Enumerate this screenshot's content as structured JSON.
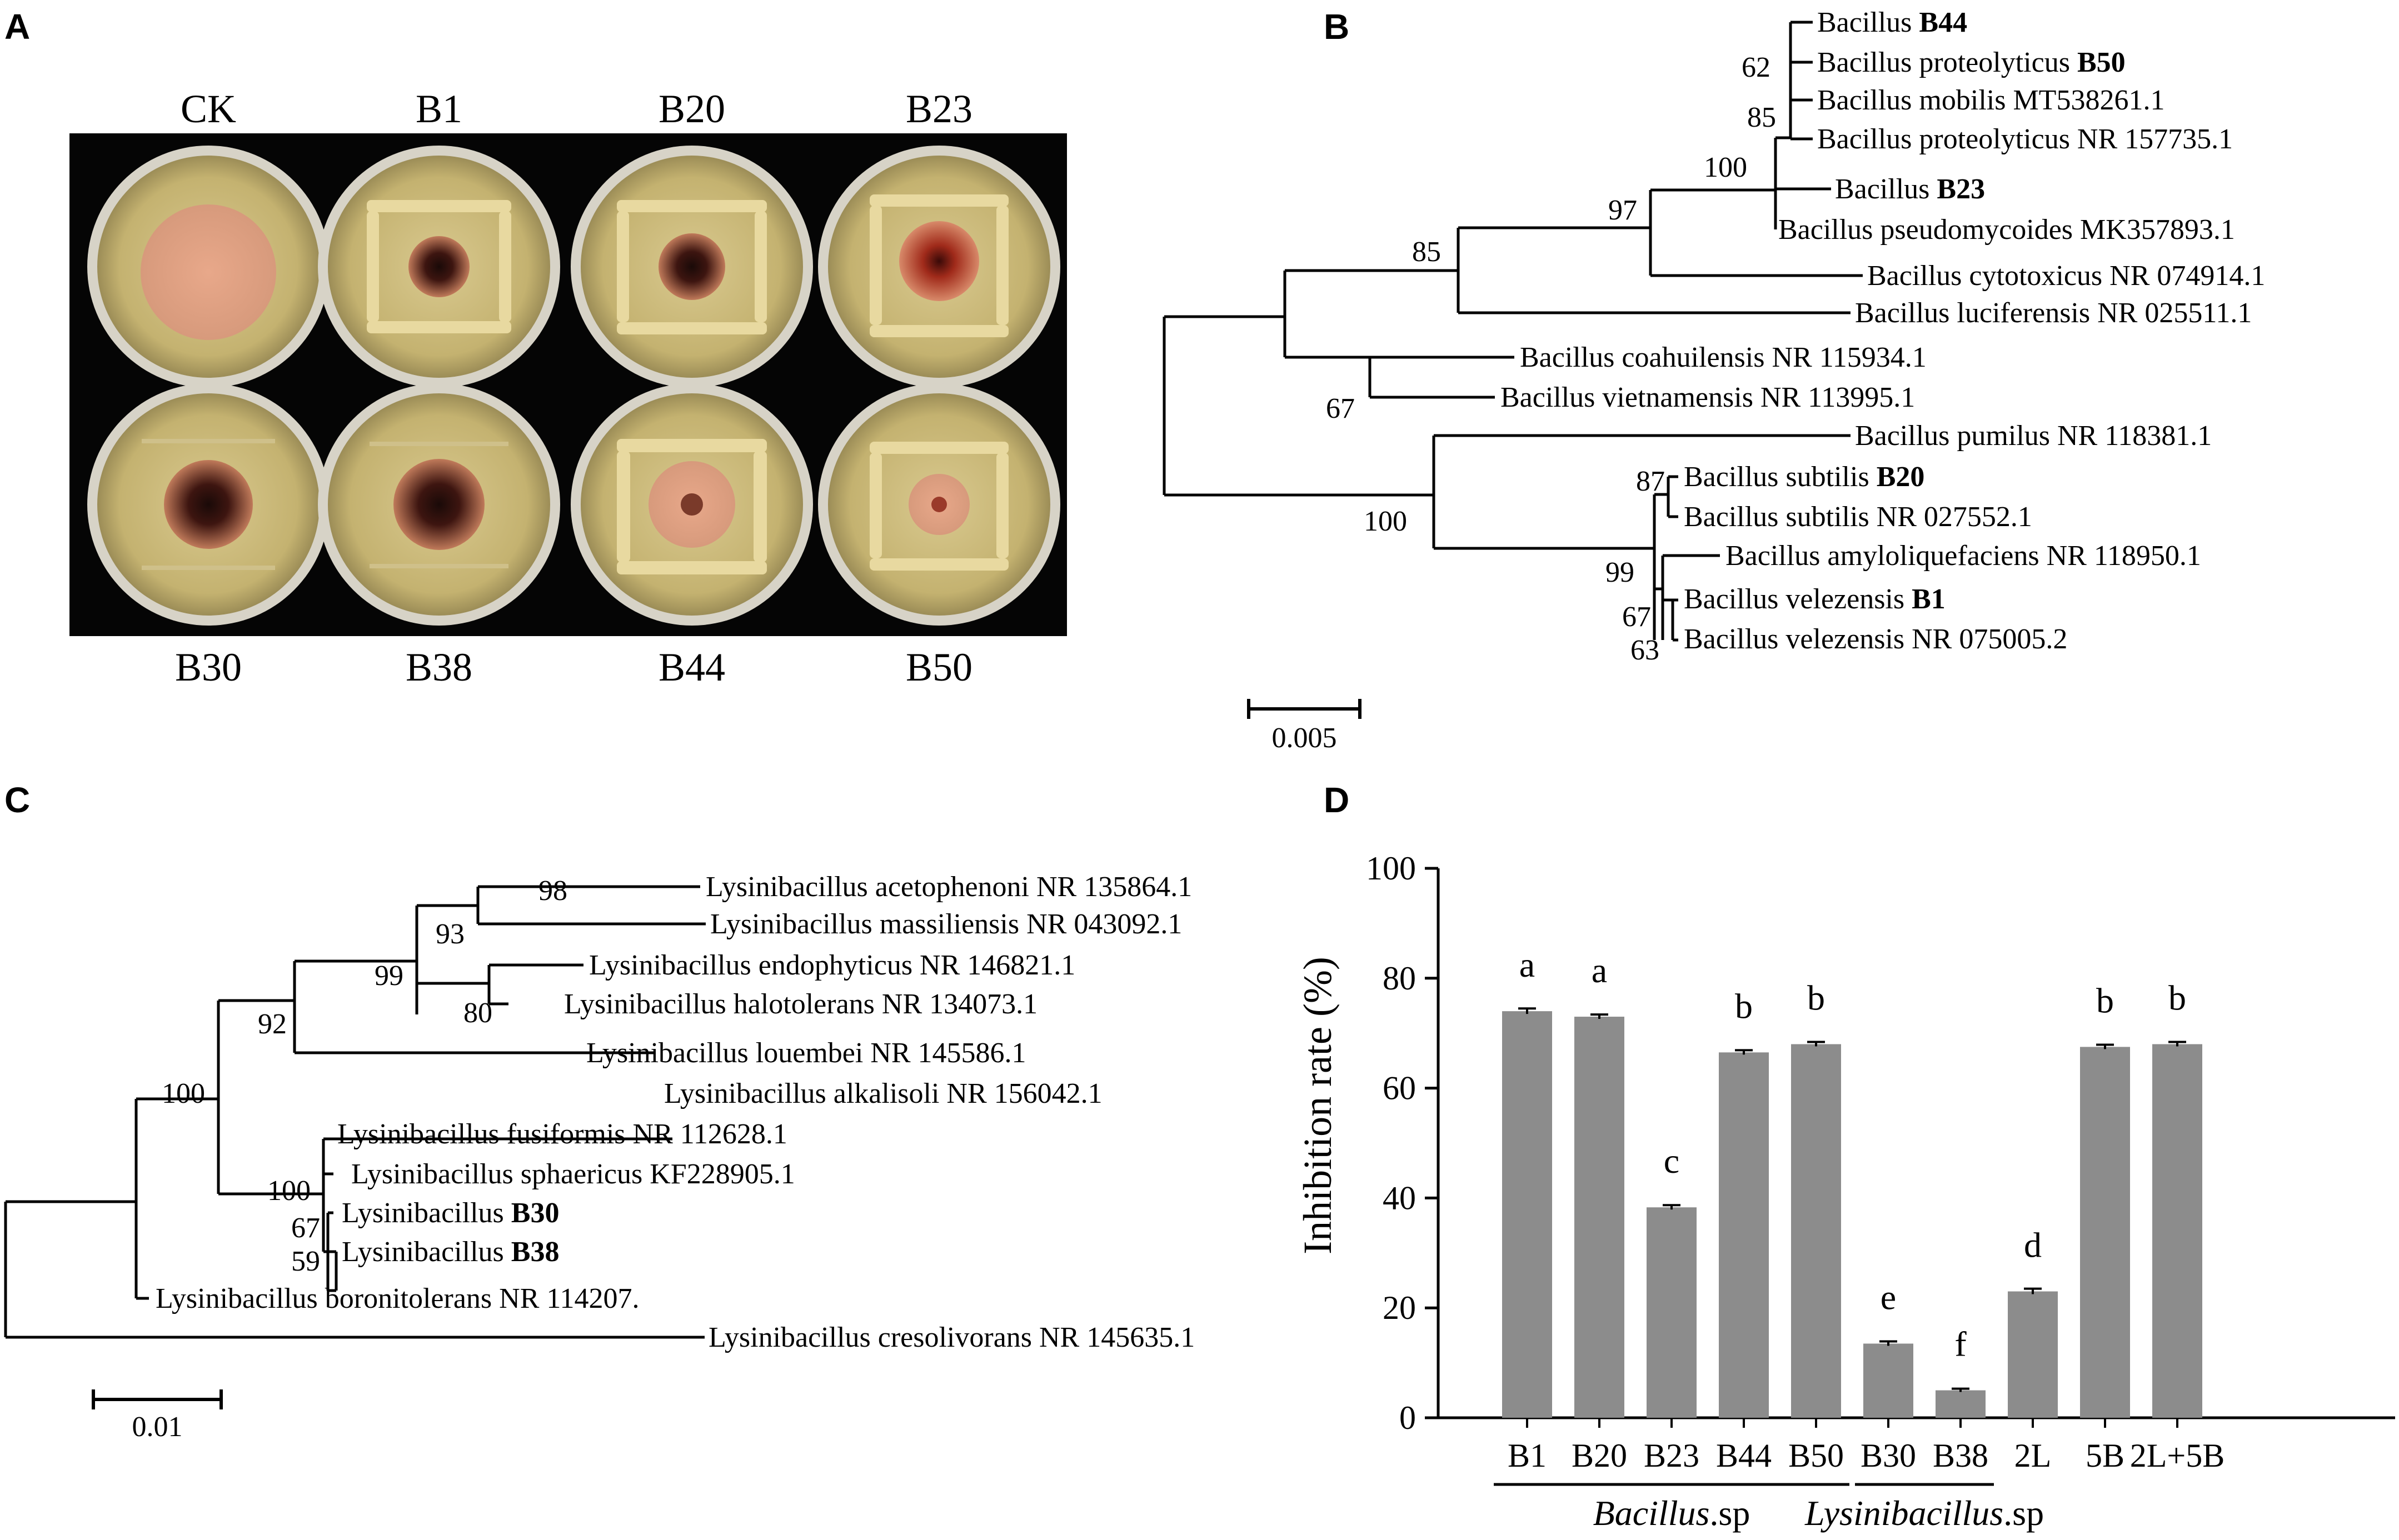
{
  "panels": {
    "a": "A",
    "b": "B",
    "c": "C",
    "d": "D"
  },
  "plates": {
    "top_labels": [
      "CK",
      "B1",
      "B20",
      "B23"
    ],
    "bottom_labels": [
      "B30",
      "B38",
      "B44",
      "B50"
    ]
  },
  "tree_b": {
    "leaves": [
      {
        "name": "Bacillus ",
        "strain": "B44"
      },
      {
        "name": "Bacillus proteolyticus ",
        "strain": "B50"
      },
      {
        "name": "Bacillus mobilis MT538261.1",
        "strain": ""
      },
      {
        "name": "Bacillus proteolyticus NR 157735.1",
        "strain": ""
      },
      {
        "name": "Bacillus ",
        "strain": "B23"
      },
      {
        "name": "Bacillus pseudomycoides MK357893.1",
        "strain": ""
      },
      {
        "name": "Bacillus cytotoxicus NR 074914.1",
        "strain": ""
      },
      {
        "name": "Bacillus luciferensis NR 025511.1",
        "strain": ""
      },
      {
        "name": "Bacillus coahuilensis NR 115934.1",
        "strain": ""
      },
      {
        "name": "Bacillus vietnamensis NR 113995.1",
        "strain": ""
      },
      {
        "name": "Bacillus pumilus NR 118381.1",
        "strain": ""
      },
      {
        "name": "Bacillus subtilis ",
        "strain": "B20"
      },
      {
        "name": "Bacillus subtilis NR 027552.1",
        "strain": ""
      },
      {
        "name": "Bacillus amyloliquefaciens NR 118950.1",
        "strain": ""
      },
      {
        "name": "Bacillus velezensis ",
        "strain": "B1"
      },
      {
        "name": "Bacillus velezensis NR 075005.2",
        "strain": ""
      }
    ],
    "bootstrap": [
      "62",
      "85",
      "100",
      "97",
      "85",
      "67",
      "87",
      "100",
      "99",
      "67",
      "63"
    ],
    "scale": "0.005"
  },
  "tree_c": {
    "leaves": [
      {
        "name": "Lysinibacillus acetophenoni NR 135864.1",
        "strain": ""
      },
      {
        "name": "Lysinibacillus massiliensis NR 043092.1",
        "strain": ""
      },
      {
        "name": "Lysinibacillus endophyticus NR 146821.1",
        "strain": ""
      },
      {
        "name": "Lysinibacillus halotolerans NR 134073.1",
        "strain": ""
      },
      {
        "name": "Lysinibacillus louembei NR 145586.1",
        "strain": ""
      },
      {
        "name": "Lysinibacillus alkalisoli NR 156042.1",
        "strain": ""
      },
      {
        "name": "Lysinibacillus fusiformis NR 112628.1",
        "strain": ""
      },
      {
        "name": "Lysinibacillus sphaericus KF228905.1",
        "strain": ""
      },
      {
        "name": "Lysinibacillus ",
        "strain": "B30"
      },
      {
        "name": "Lysinibacillus ",
        "strain": "B38"
      },
      {
        "name": "Lysinibacillus boronitolerans NR 114207.",
        "strain": ""
      },
      {
        "name": "Lysinibacillus cresolivorans NR 145635.1",
        "strain": ""
      }
    ],
    "bootstrap": [
      "98",
      "93",
      "99",
      "80",
      "92",
      "100",
      "100",
      "67",
      "59"
    ],
    "scale": "0.01"
  },
  "chart_data": {
    "type": "bar",
    "categories": [
      "B1",
      "B20",
      "B23",
      "B44",
      "B50",
      "B30",
      "B38",
      "2L",
      "5B",
      "2L+5B"
    ],
    "values": [
      74,
      73,
      38.3,
      66.5,
      68,
      13.5,
      5,
      23,
      67.5,
      68
    ],
    "errors": [
      0.5,
      0.4,
      0.4,
      0.4,
      0.4,
      0.4,
      0.3,
      0.5,
      0.4,
      0.4
    ],
    "letters": [
      "a",
      "a",
      "c",
      "b",
      "b",
      "e",
      "f",
      "d",
      "b",
      "b"
    ],
    "ylabel": "Inhibition rate (%)",
    "ylim": [
      0,
      100
    ],
    "yticks": [
      "0",
      "20",
      "40",
      "60",
      "80",
      "100"
    ],
    "groups": [
      {
        "label": "Bacillus",
        "suffix": ".sp",
        "from": 0,
        "to": 4
      },
      {
        "label": "Lysinibacillus",
        "suffix": ".sp",
        "from": 5,
        "to": 6
      }
    ],
    "bar_color": "#8c8c8c"
  }
}
